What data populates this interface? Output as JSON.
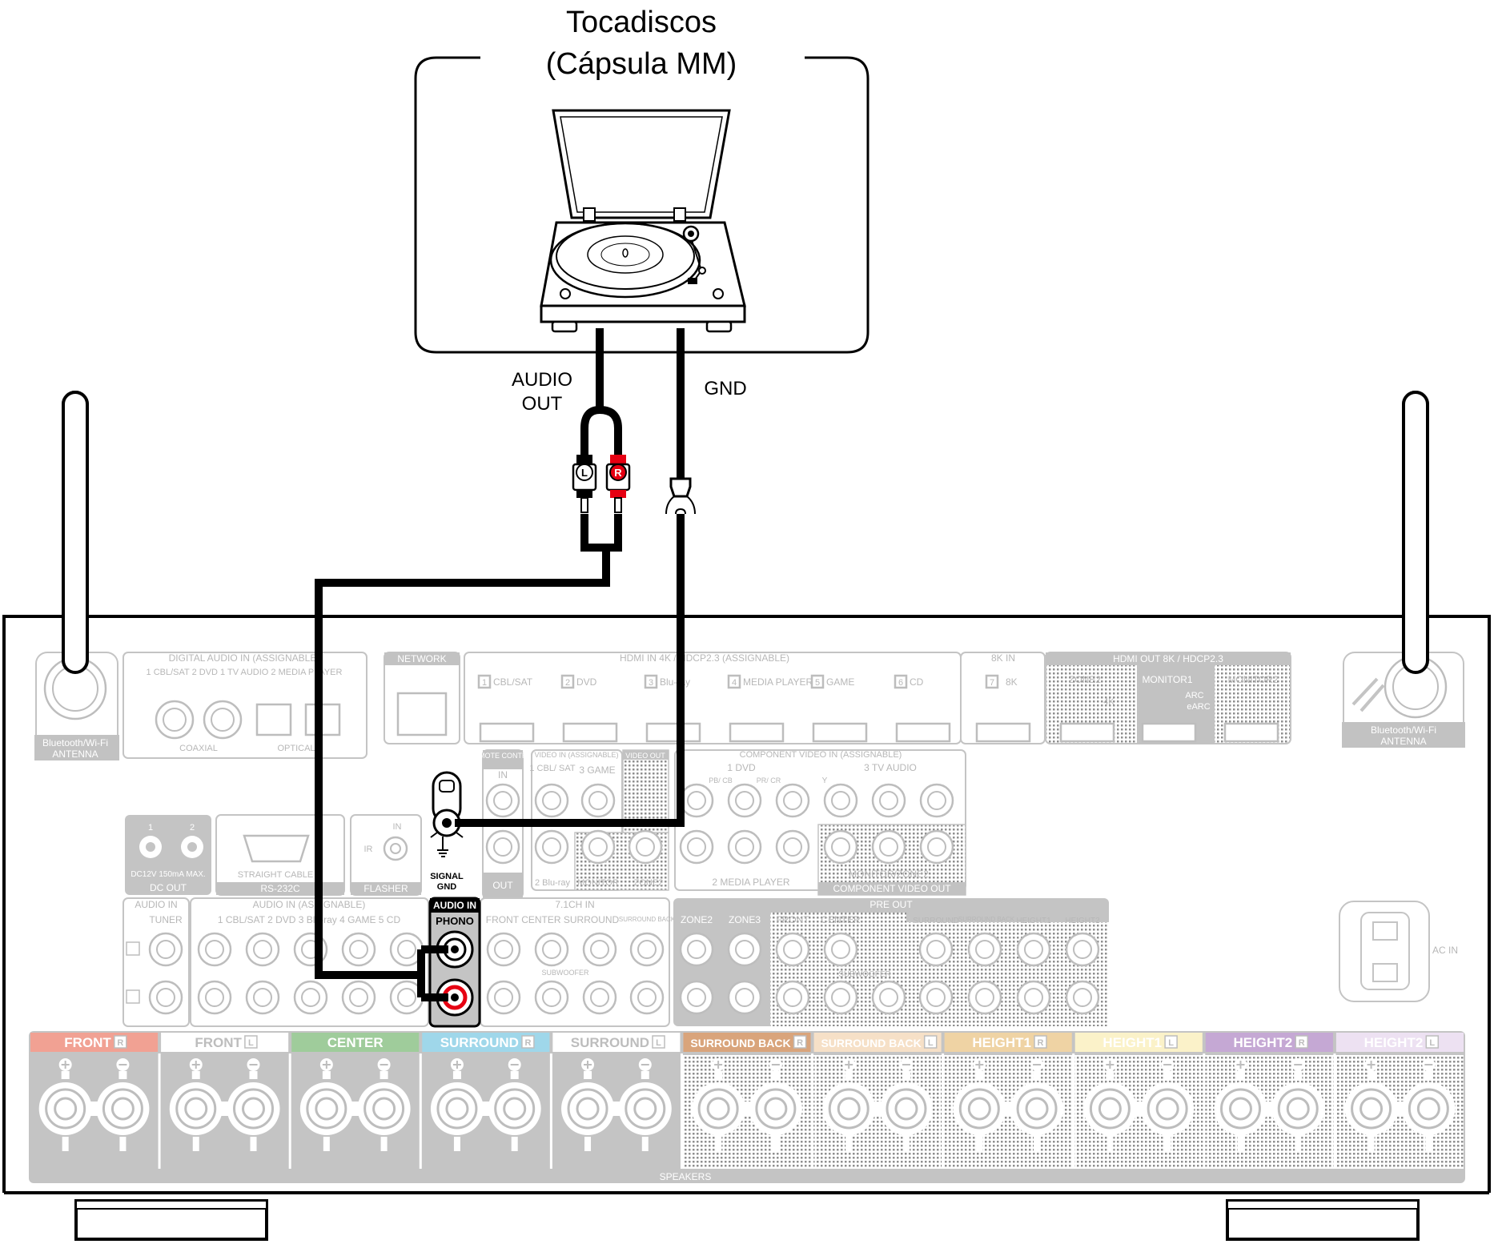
{
  "device_box": {
    "title_line1": "Tocadiscos",
    "title_line2": "(Cápsula MM)"
  },
  "cable_labels": {
    "audio_out_line1": "AUDIO",
    "audio_out_line2": "OUT",
    "gnd": "GND",
    "plug_left": "L",
    "plug_right": "R"
  },
  "receiver": {
    "antenna_left_label_1": "Bluetooth/Wi-Fi",
    "antenna_left_label_2": "ANTENNA",
    "antenna_right_label_1": "Bluetooth/Wi-Fi",
    "antenna_right_label_2": "ANTENNA",
    "digital_audio_in": "DIGITAL AUDIO IN (ASSIGNABLE)",
    "digital_inputs": "1 CBL/SAT   2 DVD     1 TV AUDIO  2 MEDIA PLAYER",
    "coaxial": "COAXIAL",
    "optical": "OPTICAL",
    "network": "NETWORK",
    "hdmi_in": "HDMI IN   4K / HDCP2.3  (ASSIGNABLE)",
    "hdmi_inputs": [
      {
        "num": "1",
        "name": "CBL/SAT"
      },
      {
        "num": "2",
        "name": "DVD"
      },
      {
        "num": "3",
        "name": "Blu-ray"
      },
      {
        "num": "4",
        "name": "MEDIA PLAYER"
      },
      {
        "num": "5",
        "name": "GAME"
      },
      {
        "num": "6",
        "name": "CD"
      }
    ],
    "hdmi_8k_in": "8K IN",
    "hdmi_8k_input": {
      "num": "7",
      "name": "8K"
    },
    "hdmi_out": "HDMI OUT   8K / HDCP2.3",
    "zone2": "ZONE2",
    "zone2_4k": "4K",
    "monitor1": "MONITOR1",
    "arc": "ARC",
    "earc": "eARC",
    "monitor2": "MONITOR2",
    "remote_control": "REMOTE CONTROL",
    "remote_in": "IN",
    "remote_out": "OUT",
    "video_in": "VIDEO IN (ASSIGNABLE)",
    "video_in_1": "1 CBL/ SAT",
    "video_in_3": "3 GAME",
    "video_in_2": "2 Blu-ray",
    "video_out": "VIDEO OUT",
    "video_out_monitor": "MONITOR",
    "video_out_zone2": "ZONE2",
    "component_in": "COMPONENT VIDEO IN (ASSIGNABLE)",
    "component_dvd": "1  DVD",
    "component_tv": "3  TV AUDIO",
    "component_media": "2  MEDIA PLAYER",
    "component_y": "Y",
    "component_pb": "PB/ CB",
    "component_pr": "PR/ CR",
    "component_out": "COMPONENT VIDEO OUT",
    "component_out_monitor": "MONITOR/ZONE2",
    "signal_gnd_1": "SIGNAL",
    "signal_gnd_2": "GND",
    "dc_out": "DC OUT",
    "dc_out_1": "1",
    "dc_out_2": "2",
    "dc_spec": "DC12V 150mA MAX.",
    "rs232c": "RS-232C",
    "straight_cable": "STRAIGHT CABLE",
    "ir": "IR",
    "flasher": "FLASHER",
    "flasher_in": "IN",
    "audio_in": "AUDIO IN",
    "tuner": "TUNER",
    "audio_in_assignable": "AUDIO IN (ASSIGNABLE)",
    "analog_inputs": "1 CBL/SAT   2 DVD   3 Blu-ray   4 GAME   5 CD",
    "phono_header": "AUDIO IN",
    "phono": "PHONO",
    "ch71_in": "7.1CH IN",
    "ch71_inputs": "FRONT   CENTER   SURROUND",
    "surround_back": "SURROUND BACK",
    "subwoofer": "SUBWOOFER",
    "pre_out": "PRE OUT",
    "pre_zone2": "ZONE2",
    "pre_zone3": "ZONE3",
    "pre_front": "FRONT",
    "pre_center": "CENTER",
    "pre_surround": "SURROUND",
    "pre_surround_back": "SURROUND BACK",
    "pre_height1": "HEIGHT1",
    "pre_height2": "HEIGHT2",
    "pre_subwoofer": "SUBWOOFER",
    "ac_in": "AC IN",
    "speakers": "SPEAKERS",
    "speaker_groups": [
      {
        "name": "FRONT",
        "side": "R",
        "color": "#f1a193"
      },
      {
        "name": "FRONT",
        "side": "L",
        "color": "#ffffff"
      },
      {
        "name": "CENTER",
        "side": "",
        "color": "#9fcc9b"
      },
      {
        "name": "SURROUND",
        "side": "R",
        "color": "#9fd7ea"
      },
      {
        "name": "SURROUND",
        "side": "L",
        "color": "#ffffff"
      },
      {
        "name": "SURROUND BACK",
        "side": "R",
        "color": "#d9a47b"
      },
      {
        "name": "SURROUND BACK",
        "side": "L",
        "color": "#f6e0c7"
      },
      {
        "name": "HEIGHT1",
        "side": "R",
        "color": "#efd3a4"
      },
      {
        "name": "HEIGHT1",
        "side": "L",
        "color": "#fbf2c9"
      },
      {
        "name": "HEIGHT2",
        "side": "R",
        "color": "#c5a8d4"
      },
      {
        "name": "HEIGHT2",
        "side": "L",
        "color": "#ede1f2"
      }
    ]
  }
}
